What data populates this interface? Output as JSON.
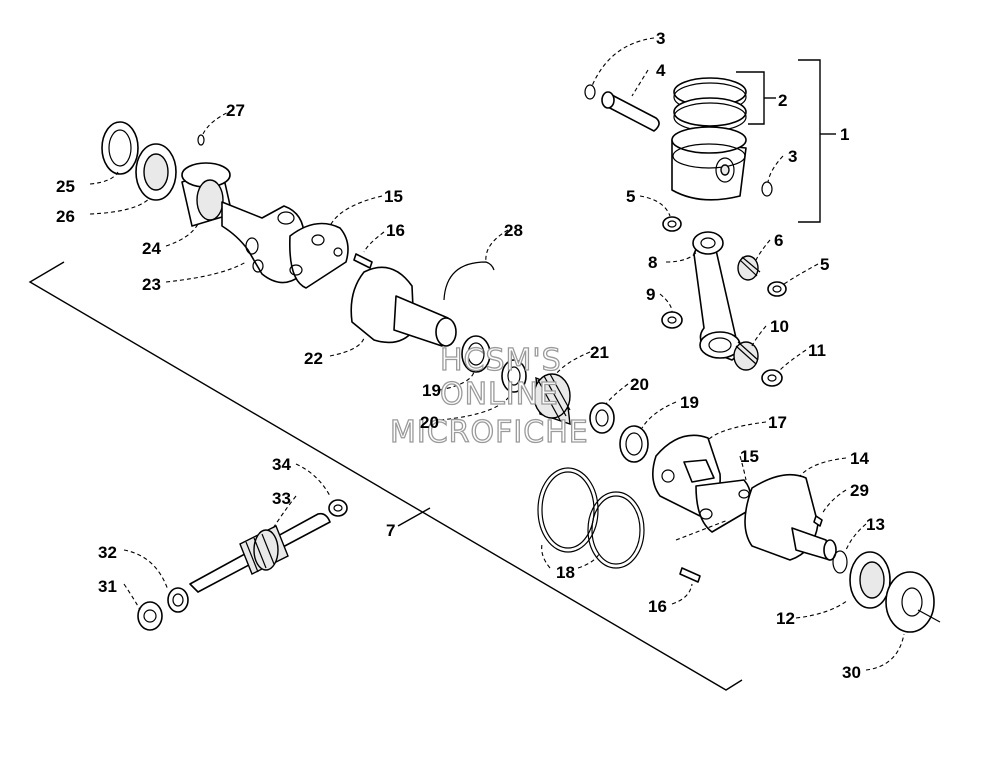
{
  "watermark": {
    "line1": "HCSM'S",
    "line2": "ONLINE",
    "line3": "MICROFICHE",
    "color": "#9a9a9a"
  },
  "callouts": {
    "c1": "1",
    "c2": "2",
    "c3a": "3",
    "c3b": "3",
    "c4": "4",
    "c5a": "5",
    "c5b": "5",
    "c6": "6",
    "c7": "7",
    "c8": "8",
    "c9": "9",
    "c10": "10",
    "c11": "11",
    "c12": "12",
    "c13": "13",
    "c14": "14",
    "c15a": "15",
    "c15b": "15",
    "c16a": "16",
    "c16b": "16",
    "c17": "17",
    "c18": "18",
    "c19a": "19",
    "c19b": "19",
    "c20a": "20",
    "c20b": "20",
    "c21": "21",
    "c22": "22",
    "c23": "23",
    "c24": "24",
    "c25": "25",
    "c26": "26",
    "c27": "27",
    "c28": "28",
    "c29": "29",
    "c30": "30",
    "c31": "31",
    "c32": "32",
    "c33": "33",
    "c34": "34"
  }
}
